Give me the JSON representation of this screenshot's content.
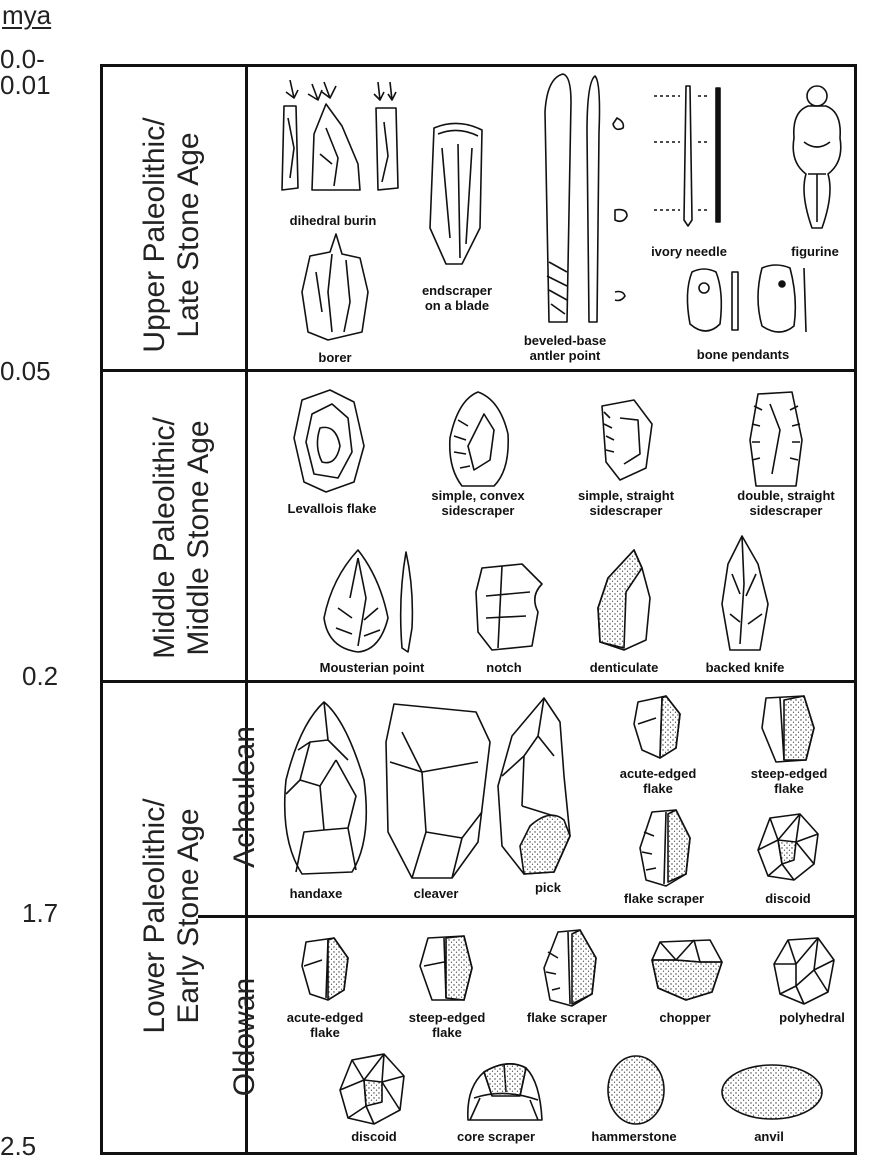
{
  "axis": {
    "unit_label": "mya",
    "ticks": [
      "0.0-\n0.01",
      "0.05",
      "0.2",
      "1.7",
      "2.5"
    ]
  },
  "periods": {
    "upper": "Upper Paleolithic/\nLate Stone Age",
    "middle": "Middle Paleolithic/\nMiddle Stone Age",
    "lower": "Lower Paleolithic/\nEarly Stone Age",
    "acheulean": "Acheulean",
    "oldowan": "Oldowan"
  },
  "upper_tools": {
    "dihedral_burin": "dihedral burin",
    "borer": "borer",
    "endscraper": "endscraper\non a blade",
    "antler_point": "beveled-base\nantler point",
    "ivory_needle": "ivory needle",
    "figurine": "figurine",
    "bone_pendants": "bone pendants"
  },
  "middle_tools": {
    "levallois": "Levallois flake",
    "convex": "simple, convex\nsidescraper",
    "straight": "simple, straight\nsidescraper",
    "double": "double, straight\nsidescraper",
    "mousterian": "Mousterian point",
    "notch": "notch",
    "denticulate": "denticulate",
    "backed_knife": "backed knife"
  },
  "acheulean_tools": {
    "handaxe": "handaxe",
    "cleaver": "cleaver",
    "pick": "pick",
    "acute": "acute-edged\nflake",
    "steep": "steep-edged\nflake",
    "flake_scraper": "flake scraper",
    "discoid": "discoid"
  },
  "oldowan_tools": {
    "acute": "acute-edged\nflake",
    "steep": "steep-edged\nflake",
    "flake_scraper": "flake scraper",
    "chopper": "chopper",
    "polyhedral": "polyhedral",
    "discoid": "discoid",
    "core_scraper": "core scraper",
    "hammerstone": "hammerstone",
    "anvil": "anvil"
  }
}
